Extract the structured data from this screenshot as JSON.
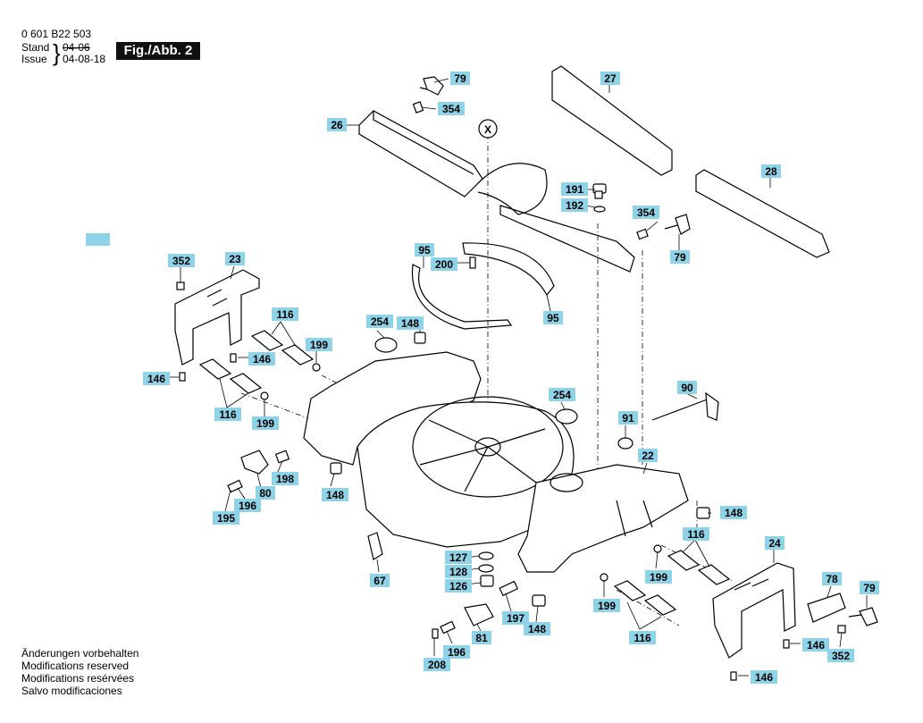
{
  "header": {
    "part_number": "0 601 B22 503",
    "stand_label": "Stand",
    "issue_label": "Issue",
    "stand_date_old": "04-06",
    "issue_date": "04-08-18",
    "figure_badge": "Fig./Abb. 2"
  },
  "footer": {
    "lines": [
      "Änderungen vorbehalten",
      "Modifications reserved",
      "Modifications resérvées",
      "Salvo modificaciones"
    ]
  },
  "center_marker": "X",
  "colors": {
    "label_bg": "#8fd3e8",
    "badge_bg": "#111111"
  },
  "callouts": [
    "79",
    "354",
    "26",
    "27",
    "28",
    "191",
    "192",
    "354",
    "79",
    "95",
    "200",
    "95",
    "352",
    "23",
    "116",
    "254",
    "148",
    "199",
    "146",
    "146",
    "116",
    "199",
    "90",
    "254",
    "91",
    "22",
    "198",
    "80",
    "148",
    "196",
    "195",
    "148",
    "24",
    "116",
    "127",
    "128",
    "126",
    "67",
    "199",
    "78",
    "79",
    "199",
    "197",
    "148",
    "146",
    "81",
    "196",
    "116",
    "352",
    "208",
    "146"
  ]
}
